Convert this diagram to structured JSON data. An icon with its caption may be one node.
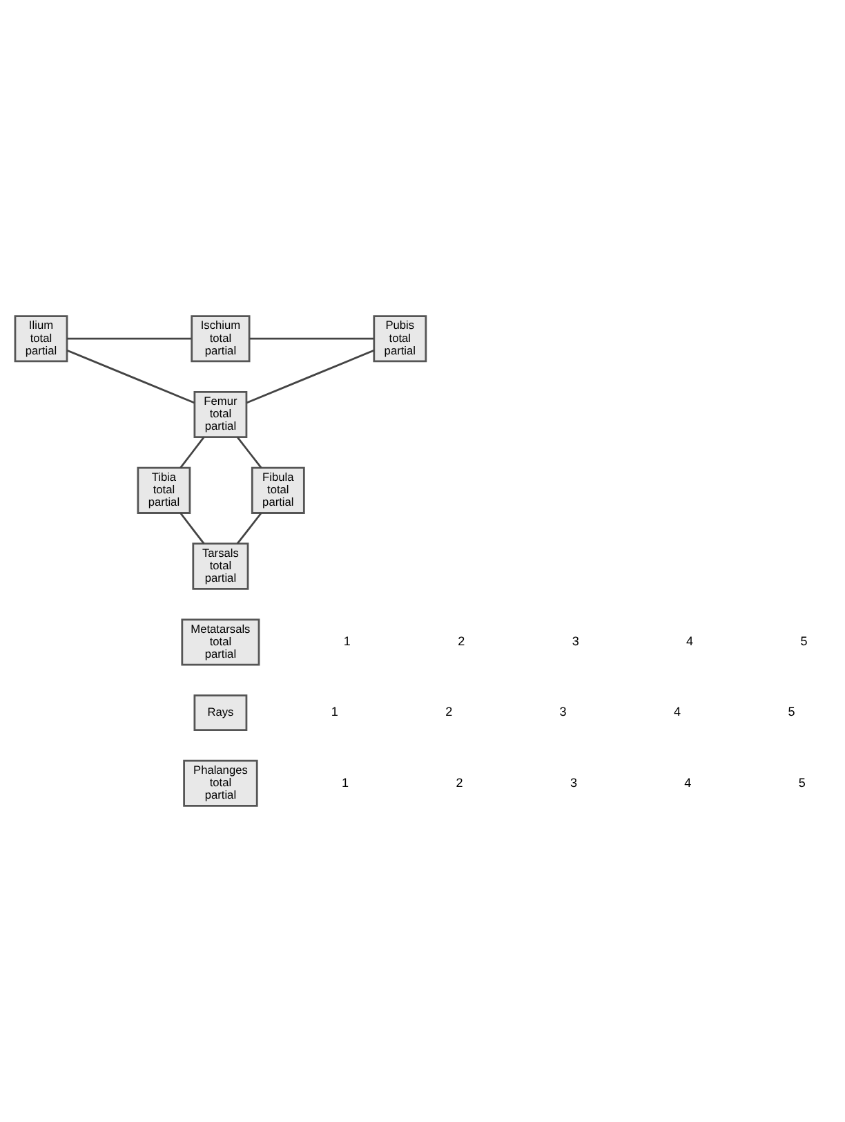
{
  "diagram": {
    "nodes": [
      {
        "text": [
          "Ilium",
          "total",
          "partial"
        ]
      },
      {
        "text": [
          "Ischium",
          "total",
          "partial"
        ]
      },
      {
        "text": [
          "Pubis",
          "total",
          "partial"
        ]
      },
      {
        "text": [
          "Femur",
          "total",
          "partial"
        ]
      },
      {
        "text": [
          "Tibia",
          "total",
          "partial"
        ]
      },
      {
        "text": [
          "Fibula",
          "total",
          "partial"
        ]
      },
      {
        "text": [
          "Tarsals",
          "total",
          "partial"
        ]
      },
      {
        "text": [
          "Metatarsals",
          "total",
          "partial"
        ]
      },
      {
        "text": [
          "Rays"
        ]
      },
      {
        "text": [
          "Phalanges",
          "total",
          "partial"
        ]
      }
    ],
    "edges": [
      {
        "from": 0,
        "to": 1,
        "arrow": "none"
      },
      {
        "from": 1,
        "to": 2,
        "arrow": "none"
      },
      {
        "from": 0,
        "to": 3,
        "arrow": "none"
      },
      {
        "from": 2,
        "to": 3,
        "arrow": "none"
      },
      {
        "from": 3,
        "to": 4,
        "arrow": "none"
      },
      {
        "from": 3,
        "to": 5,
        "arrow": "none"
      },
      {
        "from": 4,
        "to": 6,
        "arrow": "none"
      },
      {
        "from": 5,
        "to": 6,
        "arrow": "none"
      }
    ],
    "labels": [
      "1",
      "2",
      "3",
      "4",
      "5",
      "1",
      "2",
      "3",
      "4",
      "5",
      "1",
      "2",
      "3",
      "4",
      "5"
    ]
  }
}
